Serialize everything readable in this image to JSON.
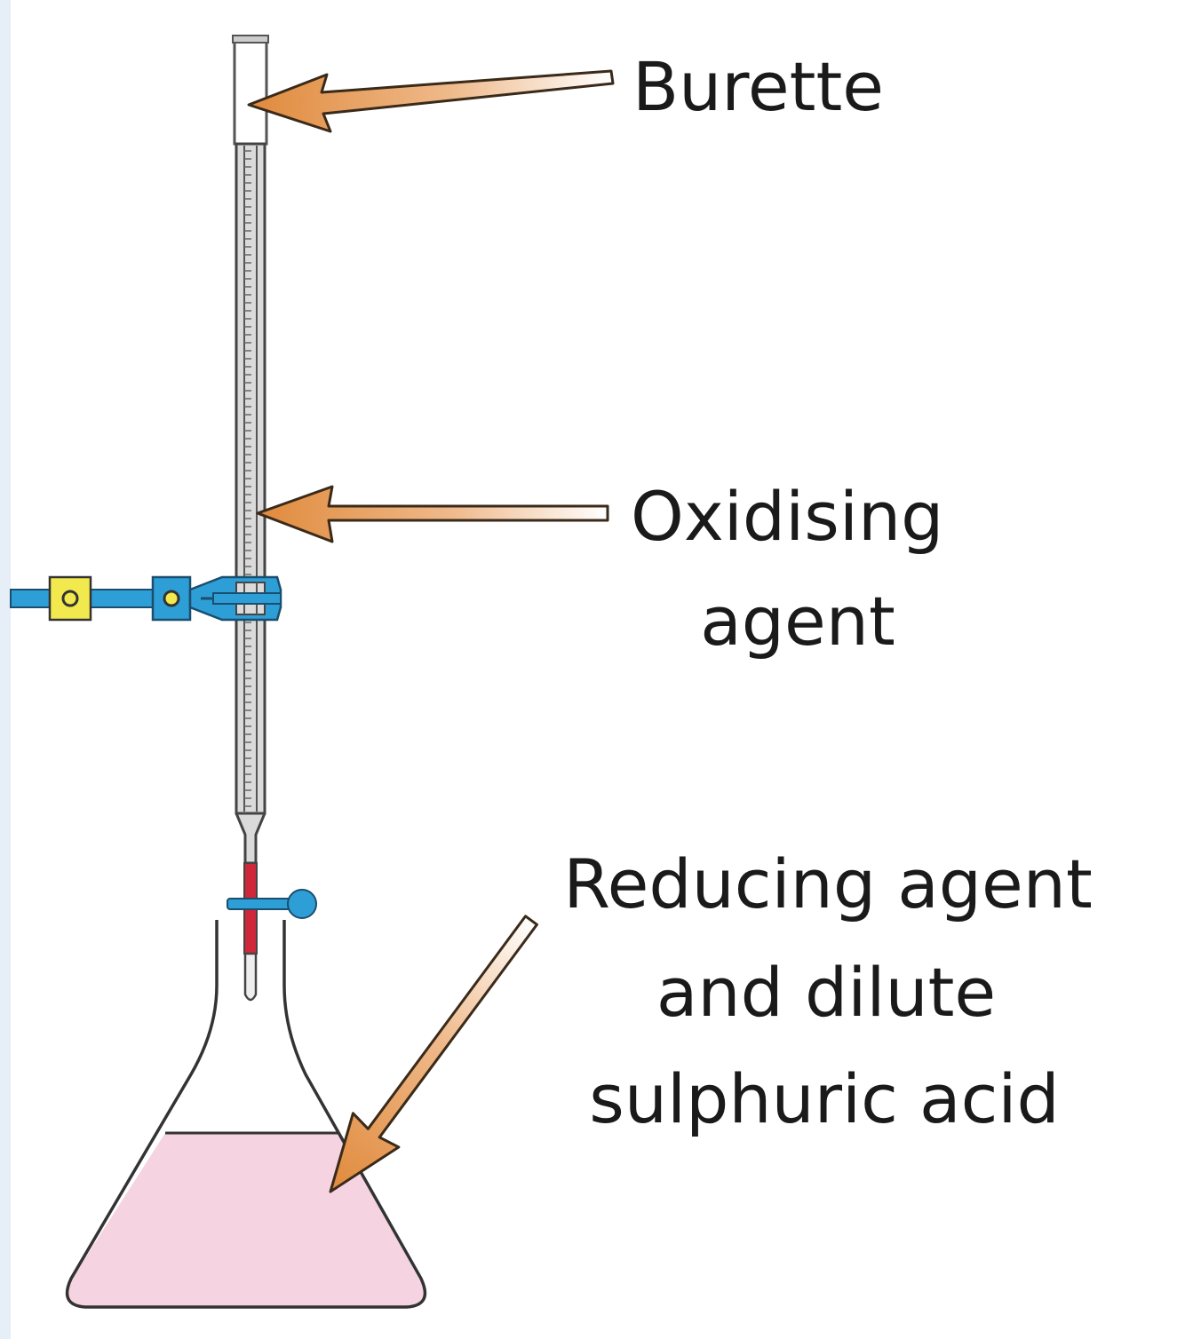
{
  "labels": {
    "burette": "Burette",
    "oxidising_line1": "Oxidising",
    "oxidising_line2": "agent",
    "reducing_line1": "Reducing agent",
    "reducing_line2": "and dilute",
    "reducing_line3": "sulphuric acid"
  },
  "colors": {
    "arrow_fill": "#e08a3c",
    "arrow_stroke": "#3a2a1a",
    "clamp_blue": "#2e9fd6",
    "clamp_yellow": "#f2e94e",
    "tap_red": "#d0283a",
    "liquid_pink": "#f5d3e0",
    "left_strip": "#e6eef8",
    "outline": "#333333"
  }
}
